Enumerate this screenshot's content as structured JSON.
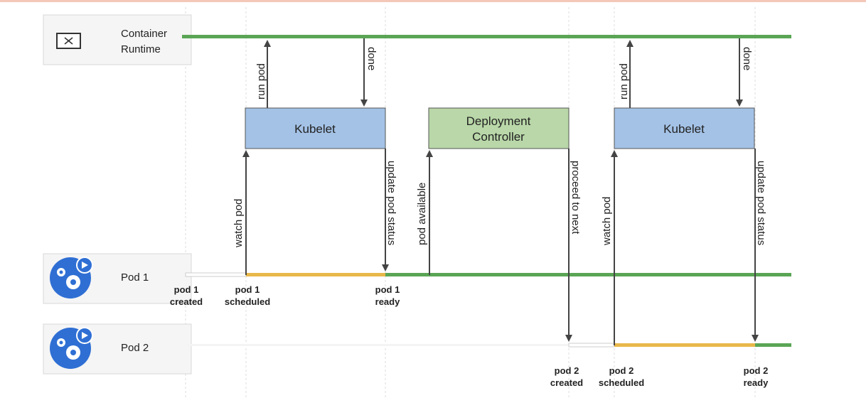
{
  "rows": {
    "container_runtime": {
      "line1": "Container",
      "line2": "Runtime",
      "icon": "container-icon"
    },
    "pod1": {
      "label": "Pod 1",
      "icon": "pod-gears-icon"
    },
    "pod2": {
      "label": "Pod 2",
      "icon": "pod-gears-icon"
    }
  },
  "boxes": {
    "kubelet_1": "Kubelet",
    "deployment_controller_line1": "Deployment",
    "deployment_controller_line2": "Controller",
    "kubelet_2": "Kubelet"
  },
  "arrows": {
    "run_pod_1": "run pod",
    "done_1": "done",
    "watch_pod_1": "watch pod",
    "update_pod_status_1": "update pod status",
    "pod_available": "pod available",
    "proceed_to_next": "proceed to next",
    "run_pod_2": "run pod",
    "done_2": "done",
    "watch_pod_2": "watch pod",
    "update_pod_status_2": "update pod status"
  },
  "events": {
    "pod1_created": [
      "pod 1",
      "created"
    ],
    "pod1_scheduled": [
      "pod 1",
      "scheduled"
    ],
    "pod1_ready": [
      "pod 1",
      "ready"
    ],
    "pod2_created": [
      "pod 2",
      "created"
    ],
    "pod2_scheduled": [
      "pod 2",
      "scheduled"
    ],
    "pod2_ready": [
      "pod 2",
      "ready"
    ]
  },
  "colors": {
    "green": "#5aa555",
    "yellow": "#e8b84a",
    "blue_box": "#a4c2e6",
    "green_box": "#b9d7a8",
    "icon_blue": "#2f6fd4"
  }
}
